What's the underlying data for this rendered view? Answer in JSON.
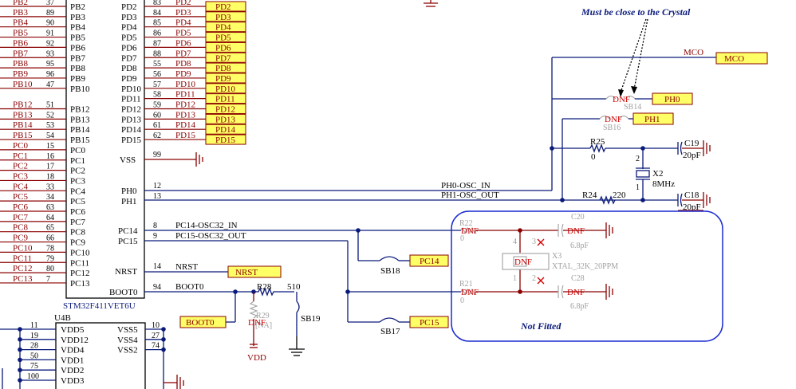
{
  "u4a": {
    "part": "STM32F411VET6U",
    "left_pins": [
      {
        "net": "PB2",
        "pin": "37",
        "name": "PB2"
      },
      {
        "net": "PB3",
        "pin": "89",
        "name": "PB3"
      },
      {
        "net": "PB4",
        "pin": "90",
        "name": "PB4"
      },
      {
        "net": "PB5",
        "pin": "91",
        "name": "PB5"
      },
      {
        "net": "PB6",
        "pin": "92",
        "name": "PB6"
      },
      {
        "net": "PB7",
        "pin": "93",
        "name": "PB7"
      },
      {
        "net": "PB8",
        "pin": "95",
        "name": "PB8"
      },
      {
        "net": "PB9",
        "pin": "96",
        "name": "PB9"
      },
      {
        "net": "PB10",
        "pin": "47",
        "name": "PB10"
      },
      {
        "net": "",
        "pin": "",
        "name": ""
      },
      {
        "net": "PB12",
        "pin": "51",
        "name": "PB12"
      },
      {
        "net": "PB13",
        "pin": "52",
        "name": "PB13"
      },
      {
        "net": "PB14",
        "pin": "53",
        "name": "PB14"
      },
      {
        "net": "PB15",
        "pin": "54",
        "name": "PB15"
      },
      {
        "net": "PC0",
        "pin": "15",
        "name": "PC0"
      },
      {
        "net": "PC1",
        "pin": "16",
        "name": "PC1"
      },
      {
        "net": "PC2",
        "pin": "17",
        "name": "PC2"
      },
      {
        "net": "PC3",
        "pin": "18",
        "name": "PC3"
      },
      {
        "net": "PC4",
        "pin": "33",
        "name": "PC4"
      },
      {
        "net": "PC5",
        "pin": "34",
        "name": "PC5"
      },
      {
        "net": "PC6",
        "pin": "63",
        "name": "PC6"
      },
      {
        "net": "PC7",
        "pin": "64",
        "name": "PC7"
      },
      {
        "net": "PC8",
        "pin": "65",
        "name": "PC8"
      },
      {
        "net": "PC9",
        "pin": "66",
        "name": "PC9"
      },
      {
        "net": "PC10",
        "pin": "78",
        "name": "PC10"
      },
      {
        "net": "PC11",
        "pin": "79",
        "name": "PC11"
      },
      {
        "net": "PC12",
        "pin": "80",
        "name": "PC12"
      },
      {
        "net": "PC13",
        "pin": "7",
        "name": "PC13"
      }
    ],
    "right_pins": [
      {
        "name": "PD2",
        "pin": "83",
        "net": "PD2"
      },
      {
        "name": "PD3",
        "pin": "84",
        "net": "PD3"
      },
      {
        "name": "PD4",
        "pin": "85",
        "net": "PD4"
      },
      {
        "name": "PD5",
        "pin": "86",
        "net": "PD5"
      },
      {
        "name": "PD6",
        "pin": "87",
        "net": "PD6"
      },
      {
        "name": "PD7",
        "pin": "88",
        "net": "PD7"
      },
      {
        "name": "PD8",
        "pin": "55",
        "net": "PD8"
      },
      {
        "name": "PD9",
        "pin": "56",
        "net": "PD9"
      },
      {
        "name": "PD10",
        "pin": "57",
        "net": "PD10"
      },
      {
        "name": "PD11",
        "pin": "58",
        "net": "PD11"
      },
      {
        "name": "PD12",
        "pin": "59",
        "net": "PD12"
      },
      {
        "name": "PD13",
        "pin": "60",
        "net": "PD13"
      },
      {
        "name": "PD14",
        "pin": "61",
        "net": "PD14"
      },
      {
        "name": "PD15",
        "pin": "62",
        "net": "PD15"
      }
    ],
    "vss": {
      "name": "VSS",
      "pin": "99"
    },
    "ph0": {
      "name": "PH0",
      "pin": "12",
      "net": "PH0-OSC_IN"
    },
    "ph1": {
      "name": "PH1",
      "pin": "13",
      "net": "PH1-OSC_OUT"
    },
    "pc14": {
      "name": "PC14",
      "pin": "8",
      "net": "PC14-OSC32_IN"
    },
    "pc15": {
      "name": "PC15",
      "pin": "9",
      "net": "PC15-OSC32_OUT"
    },
    "nrst": {
      "name": "NRST",
      "pin": "14",
      "net": "NRST"
    },
    "boot0": {
      "name": "BOOT0",
      "pin": "94",
      "net": "BOOT0"
    }
  },
  "u4b": {
    "ref": "U4B",
    "left_pins": [
      {
        "pin": "11",
        "name": "VDD5"
      },
      {
        "pin": "19",
        "name": "VDD12"
      },
      {
        "pin": "28",
        "name": "VDD4"
      },
      {
        "pin": "50",
        "name": "VDD1"
      },
      {
        "pin": "75",
        "name": "VDD2"
      },
      {
        "pin": "100",
        "name": "VDD3"
      }
    ],
    "right_pins": [
      {
        "pin": "10",
        "name": "VSS5"
      },
      {
        "pin": "27",
        "name": "VSS4"
      },
      {
        "pin": "74",
        "name": "VSS2"
      }
    ]
  },
  "hse": {
    "note": "Must be close to the Crystal",
    "mco_net": "MCO",
    "mco_tag": "MCO",
    "sb14": {
      "ref": "SB14",
      "value": "DNF",
      "tag": "PH0"
    },
    "sb16": {
      "ref": "SB16",
      "value": "DNF",
      "tag": "PH1"
    },
    "r25": {
      "ref": "R25",
      "value": "0"
    },
    "r24": {
      "ref": "R24",
      "value": "220"
    },
    "c19": {
      "ref": "C19",
      "value": "20pF"
    },
    "c18": {
      "ref": "C18",
      "value": "20pF"
    },
    "x2": {
      "ref": "X2",
      "value": "8MHz",
      "pin1": "1",
      "pin2": "2"
    }
  },
  "lse": {
    "box_label": "Not Fitted",
    "r22": {
      "ref": "R22",
      "value": "0",
      "dnf": "DNF"
    },
    "r21": {
      "ref": "R21",
      "value": "0",
      "dnf": "DNF"
    },
    "c20": {
      "ref": "C20",
      "value": "6.8pF",
      "dnf": "DNF"
    },
    "c28": {
      "ref": "C28",
      "value": "6.8pF",
      "dnf": "DNF"
    },
    "x3": {
      "ref": "X3",
      "value": "XTAL_32K_20PPM",
      "dnf": "DNF",
      "p1": "1",
      "p2": "2",
      "p3": "3",
      "p4": "4"
    },
    "sb18": {
      "ref": "SB18",
      "tag": "PC14"
    },
    "sb17": {
      "ref": "SB17",
      "tag": "PC15"
    }
  },
  "boot": {
    "nrst_tag": "NRST",
    "boot0_tag": "BOOT0",
    "r28": {
      "ref": "R28",
      "value": "510"
    },
    "r29": {
      "ref": "R29",
      "value": "[NA]",
      "dnf": "DNF"
    },
    "sb19": {
      "ref": "SB19"
    },
    "vdd": "VDD"
  }
}
